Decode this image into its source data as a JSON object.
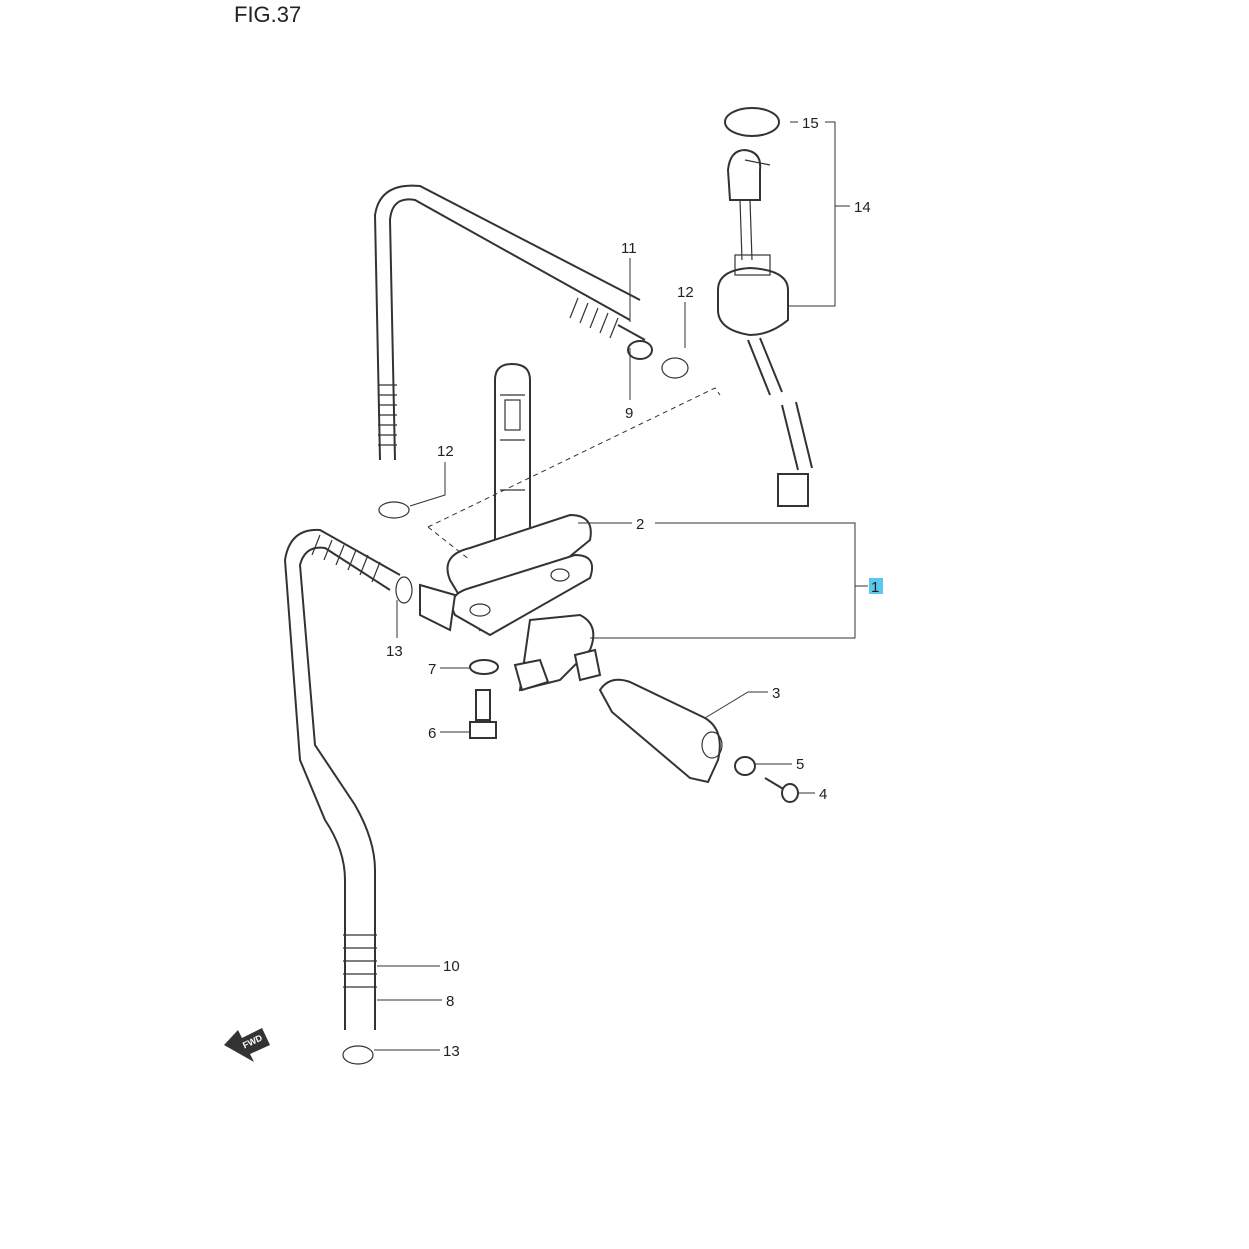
{
  "figure": {
    "title": "FIG.37"
  },
  "fwd_label": "FWD",
  "callouts": [
    {
      "id": "1",
      "text": "1",
      "highlight": true
    },
    {
      "id": "2",
      "text": "2"
    },
    {
      "id": "3",
      "text": "3"
    },
    {
      "id": "4",
      "text": "4"
    },
    {
      "id": "5",
      "text": "5"
    },
    {
      "id": "6",
      "text": "6"
    },
    {
      "id": "7",
      "text": "7"
    },
    {
      "id": "8",
      "text": "8"
    },
    {
      "id": "9",
      "text": "9"
    },
    {
      "id": "10",
      "text": "10"
    },
    {
      "id": "11",
      "text": "11"
    },
    {
      "id": "12a",
      "text": "12"
    },
    {
      "id": "12b",
      "text": "12"
    },
    {
      "id": "13a",
      "text": "13"
    },
    {
      "id": "13b",
      "text": "13"
    },
    {
      "id": "14",
      "text": "14"
    },
    {
      "id": "15",
      "text": "15"
    }
  ],
  "colors": {
    "highlight": "#5bc8ee",
    "line": "#333333"
  }
}
